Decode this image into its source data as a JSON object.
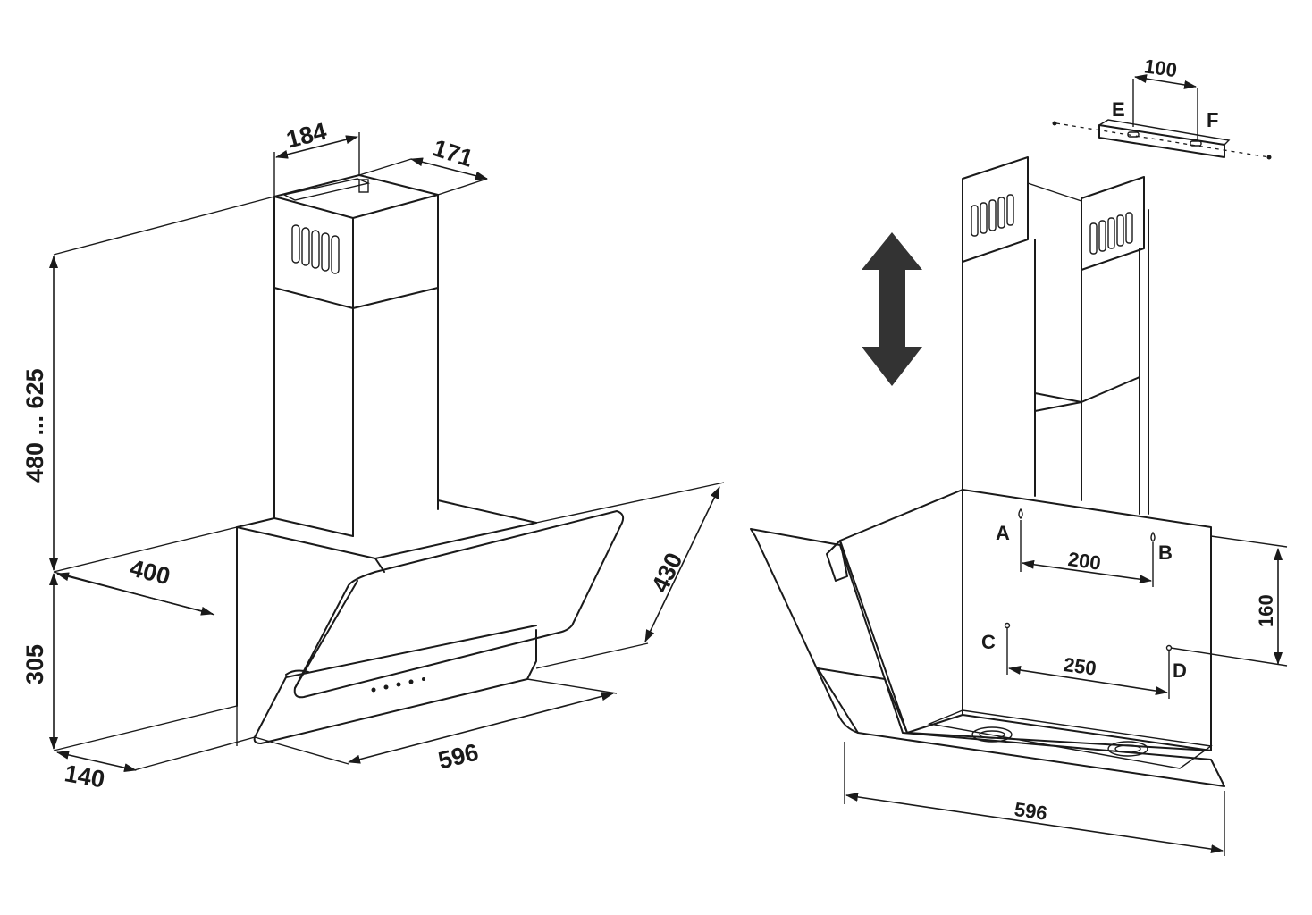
{
  "left_view": {
    "dims": {
      "duct_width": "184",
      "duct_depth": "171",
      "duct_height": "480 ... 625",
      "body_height": "305",
      "body_depth": "400",
      "body_bottom_depth": "140",
      "glass_height": "430",
      "width": "596"
    }
  },
  "right_view": {
    "bracket": {
      "spacing": "100",
      "point_e": "E",
      "point_f": "F"
    },
    "holes": {
      "a": "A",
      "b": "B",
      "c": "C",
      "d": "D",
      "ab_spacing": "200",
      "cd_spacing": "250",
      "vertical_spacing": "160"
    },
    "width": "596"
  },
  "icons": [
    "double-arrow-icon"
  ]
}
